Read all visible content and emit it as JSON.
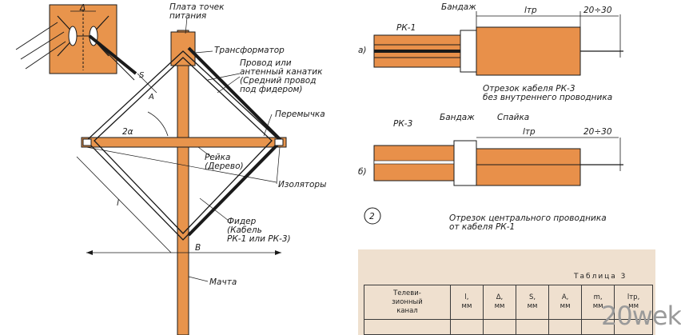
{
  "colors": {
    "wood": "#e8944c",
    "wood_dark": "#c86a2c",
    "cable_fill": "#e8904a",
    "ink": "#1a1a1a",
    "paper": "#efe0cf"
  },
  "antenna": {
    "label_plate": "Плата точек\nпитания",
    "label_transformer": "Трансформатор",
    "label_wire": "Провод или\nантенный канатик\n(Средний провод\nпод фидером)",
    "label_jumper": "Перемычка",
    "label_rail": "Рейка\n(Дерево)",
    "label_insulators": "Изоляторы",
    "label_feeder": "Фидер\n(Кабель\nРК-1 или РК-3)",
    "label_mast": "Мачта",
    "dim_angle": "2α",
    "dim_l": "l",
    "dim_b": "B",
    "dim_s": "S",
    "dim_a": "A",
    "dim_delta": "Δ"
  },
  "cable_a": {
    "letter": "а)",
    "label_rk": "РК-1",
    "label_bandage": "Бандаж",
    "label_ltr": "lтр",
    "label_gap": "20÷30",
    "caption": "Отрезок кабеля РК-3\nбез внутреннего проводника"
  },
  "cable_b": {
    "letter": "б)",
    "label_rk": "РК-3",
    "label_bandage": "Бандаж",
    "label_solder": "Спайка",
    "label_ltr": "lтр",
    "label_gap": "20÷30",
    "caption": "Отрезок центрального проводника\nот кабеля РК-1"
  },
  "figure_number": "2",
  "table": {
    "title": "Таблица 3",
    "headers": [
      "Телеви-\nзионный\nканал",
      "l,\nмм",
      "Δ,\nмм",
      "S,\nмм",
      "A,\nмм",
      "m,\nмм",
      "lтр,\nмм"
    ]
  },
  "watermark": "20wek"
}
